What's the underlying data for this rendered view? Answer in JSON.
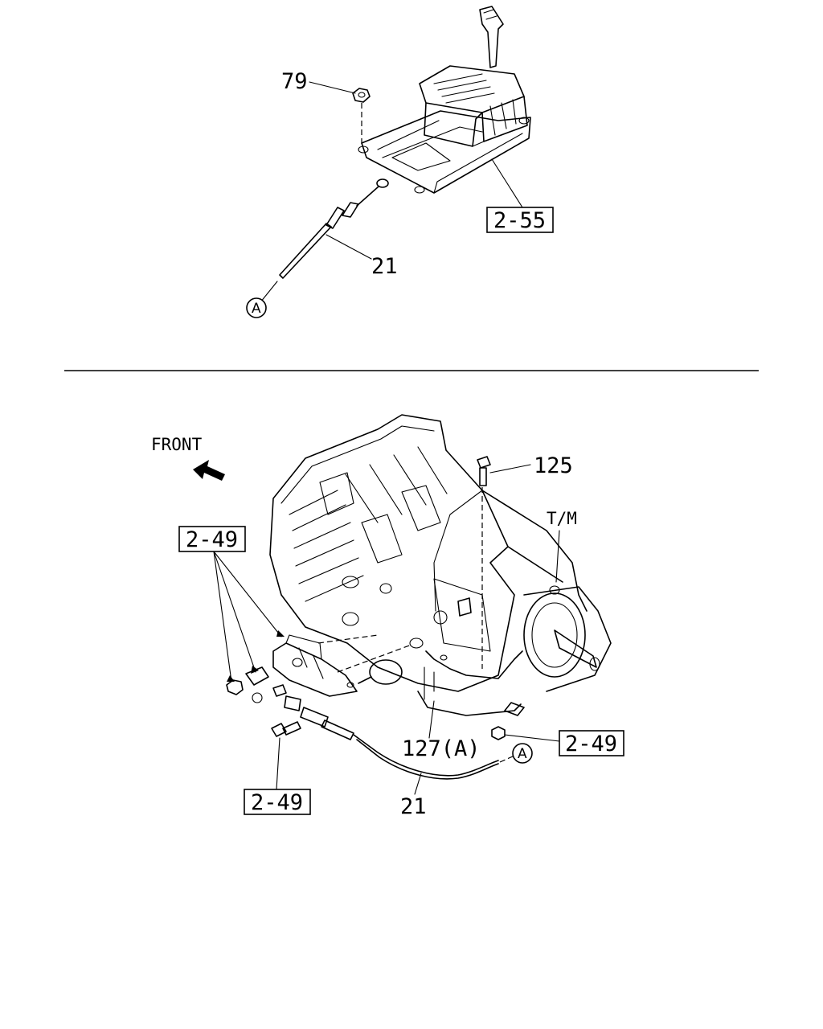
{
  "callouts": {
    "nut_top": "79",
    "ref_shifter": "2-55",
    "cable_top": "21",
    "circle_a_top": "A",
    "front_label": "FRONT",
    "bolt": "125",
    "tm_label": "T/M",
    "ref_left": "2-49",
    "harness": "127(A)",
    "ref_right": "2-49",
    "circle_a_bottom": "A",
    "ref_bottom": "2-49",
    "cable_bottom": "21"
  }
}
